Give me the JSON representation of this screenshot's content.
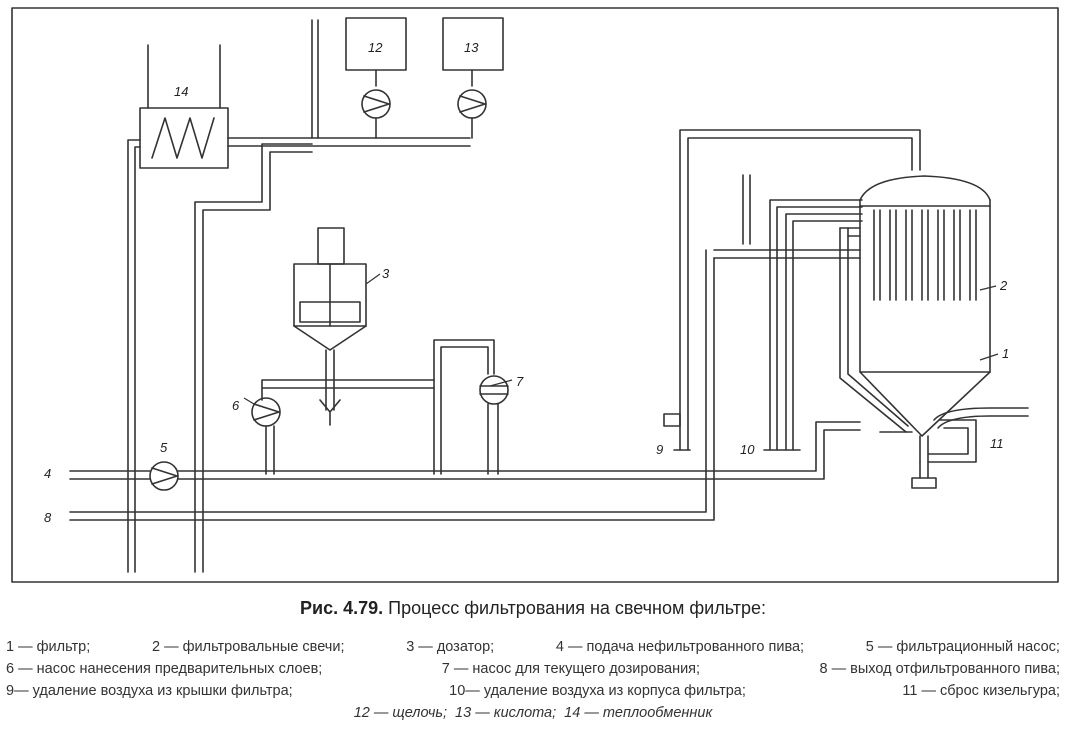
{
  "labels": {
    "n1": "1",
    "n2": "2",
    "n3": "3",
    "n4": "4",
    "n5": "5",
    "n6": "6",
    "n7": "7",
    "n8": "8",
    "n9": "9",
    "n10": "10",
    "n11": "11",
    "n12": "12",
    "n13": "13",
    "n14": "14"
  },
  "caption": {
    "number": "Рис. 4.79.",
    "title": "Процесс фильтрования на свечном фильтре:"
  },
  "legend": {
    "row1": [
      "1 — фильтр;",
      "2 — фильтровальные свечи;",
      "3 — дозатор;",
      "4 — подача нефильтрованного пива;",
      "5 — фильтрационный насос;"
    ],
    "row2": [
      "6 — насос нанесения предварительных слоев;",
      "7 — насос для текущего дозирования;",
      "8 — выход отфильтрованного пива;"
    ],
    "row3": [
      "9— удаление воздуха из крышки фильтра;",
      "10— удаление воздуха из корпуса фильтра;",
      "11 — сброс кизельгура;"
    ],
    "row4": [
      "12 — щелочь;",
      "13 — кислота;",
      "14 — теплообменник"
    ]
  }
}
